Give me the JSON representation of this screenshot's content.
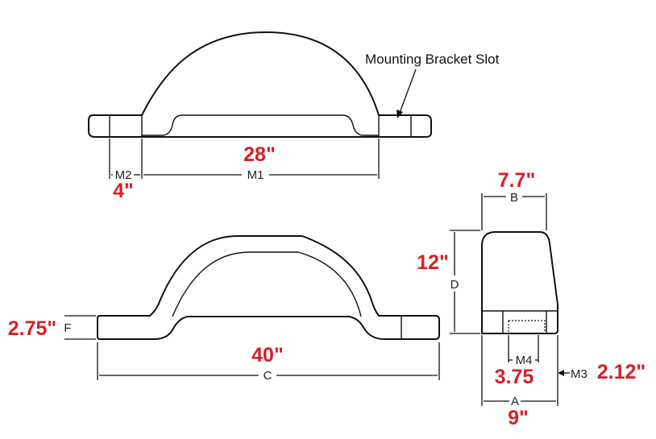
{
  "colors": {
    "measurement": "#d62027",
    "line": "#111111",
    "label": "#222222"
  },
  "callout": {
    "text": "Mounting Bracket Slot"
  },
  "labels": {
    "m1": "M1",
    "m2": "M2",
    "m3": "M3",
    "m4": "M4",
    "a": "A",
    "b": "B",
    "c": "C",
    "d": "D",
    "f": "F"
  },
  "measurements": {
    "m1": "28\"",
    "m2": "4\"",
    "b": "7.7\"",
    "d": "12\"",
    "f": "2.75\"",
    "c": "40\"",
    "m4": "3.75",
    "m3": "2.12\"",
    "a": "9\""
  }
}
